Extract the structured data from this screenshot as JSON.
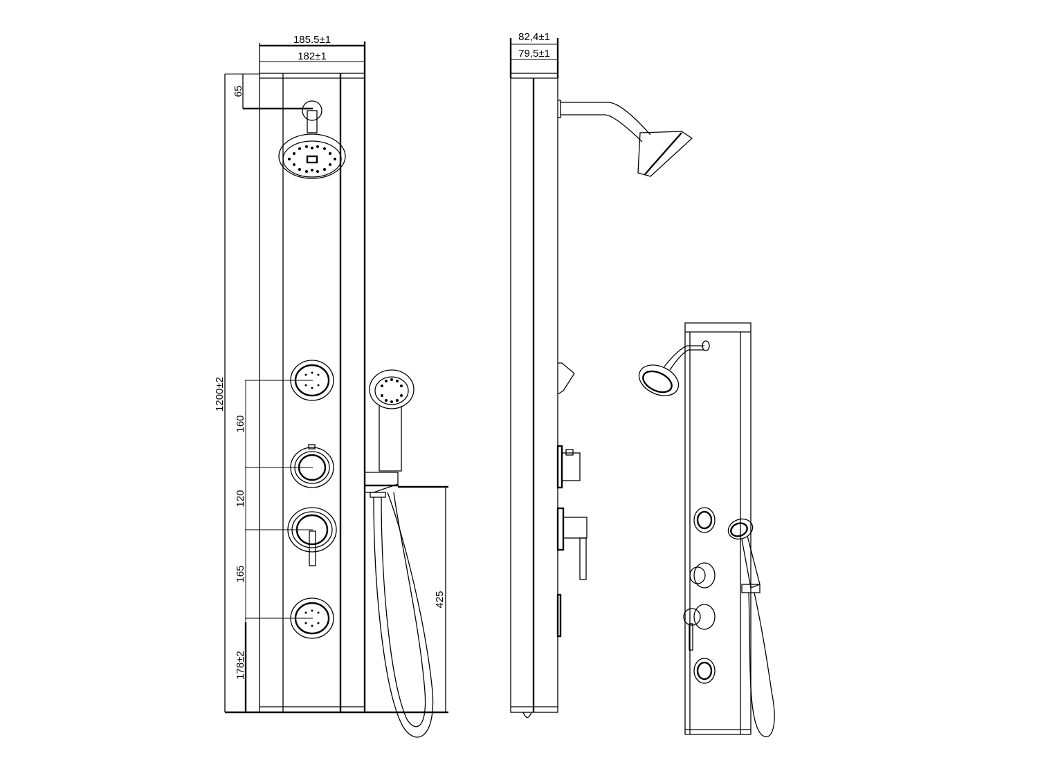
{
  "front_view": {
    "dimensions": {
      "overall_width": "185.5±1",
      "inner_width": "182±1",
      "arm_offset": "65",
      "overall_height": "1200±2",
      "jet_to_diverter": "160",
      "diverter_to_mixer": "120",
      "mixer_to_jet": "165",
      "bottom_jet_height": "178±2",
      "hand_shower_bracket_height": "425"
    }
  },
  "side_view": {
    "dimensions": {
      "overall_depth": "82,4±1",
      "inner_depth": "79,5±1"
    }
  },
  "colors": {
    "line": "#000000",
    "background": "#ffffff"
  }
}
